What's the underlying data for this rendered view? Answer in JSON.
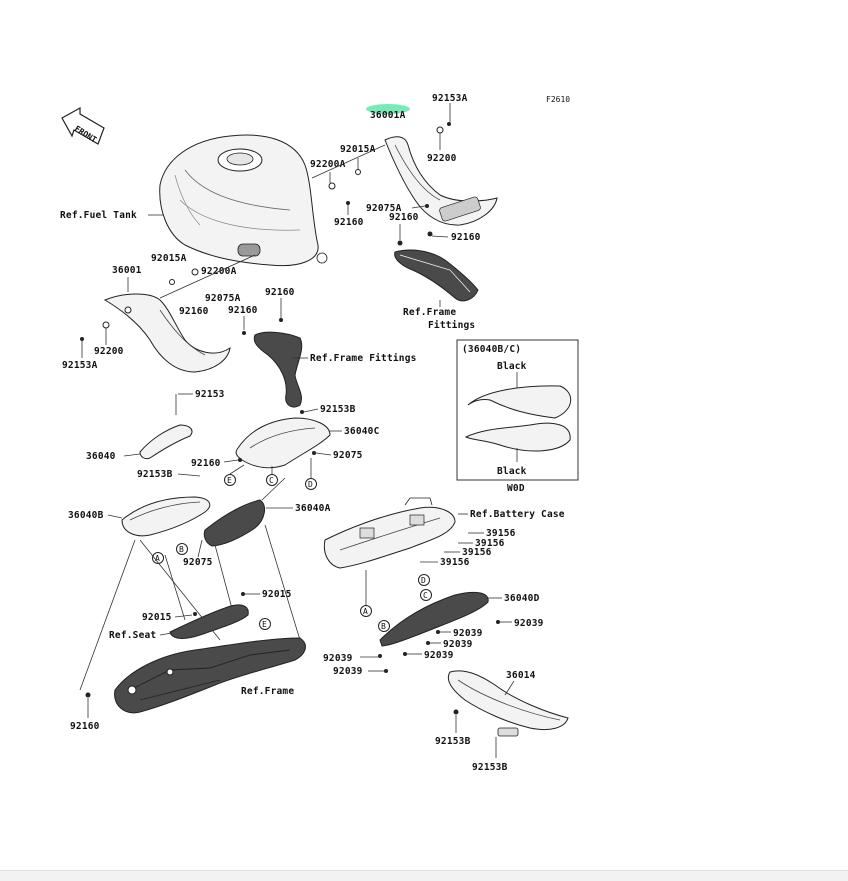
{
  "figure_code": "F2610",
  "front_label": "FRONT",
  "inset": {
    "title": "(36040B/C)",
    "color_top": "Black",
    "color_bottom": "Black",
    "code": "W0D"
  },
  "refs": {
    "fuel_tank": "Ref.Fuel Tank",
    "frame_fittings_a": "Ref.Frame",
    "frame_fittings_b": "Fittings",
    "frame_fittings_left": "Ref.Frame Fittings",
    "battery_case": "Ref.Battery Case",
    "seat": "Ref.Seat",
    "frame": "Ref.Frame"
  },
  "part_numbers": {
    "p92153A_top": "92153A",
    "p36001A": "36001A",
    "p92015A_top": "92015A",
    "p92200A_top": "92200A",
    "p92200_top": "92200",
    "p92160_mid": "92160",
    "p92075A_top": "92075A",
    "p92160_r1": "92160",
    "p92160_r2": "92160",
    "p92015A_left": "92015A",
    "p36001": "36001",
    "p92200A_left": "92200A",
    "p92075A_left": "92075A",
    "p92160_l1": "92160",
    "p92160_l2": "92160",
    "p92160_l3": "92160",
    "p92200_left": "92200",
    "p92153A_left": "92153A",
    "p92153": "92153",
    "p92153B_mid": "92153B",
    "p36040C": "36040C",
    "p36040": "36040",
    "p92153B_left": "92153B",
    "p92160_left2": "92160",
    "p92075_mid": "92075",
    "p36040B": "36040B",
    "p36040A": "36040A",
    "p92075_low": "92075",
    "p92015_l": "92015",
    "p92015_r": "92015",
    "p39156_1": "39156",
    "p39156_2": "39156",
    "p39156_3": "39156",
    "p39156_4": "39156",
    "p36040D": "36040D",
    "p92039_1": "92039",
    "p92039_2": "92039",
    "p92039_3": "92039",
    "p92039_4": "92039",
    "p92039_5": "92039",
    "p92039_6": "92039",
    "p36014": "36014",
    "p92160_bottom": "92160",
    "p92153B_b1": "92153B",
    "p92153B_b2": "92153B"
  },
  "callouts": {
    "A": "A",
    "B": "B",
    "C": "C",
    "D": "D",
    "E": "E"
  },
  "colors": {
    "highlight": "#5ee8a8",
    "line": "#222222"
  }
}
